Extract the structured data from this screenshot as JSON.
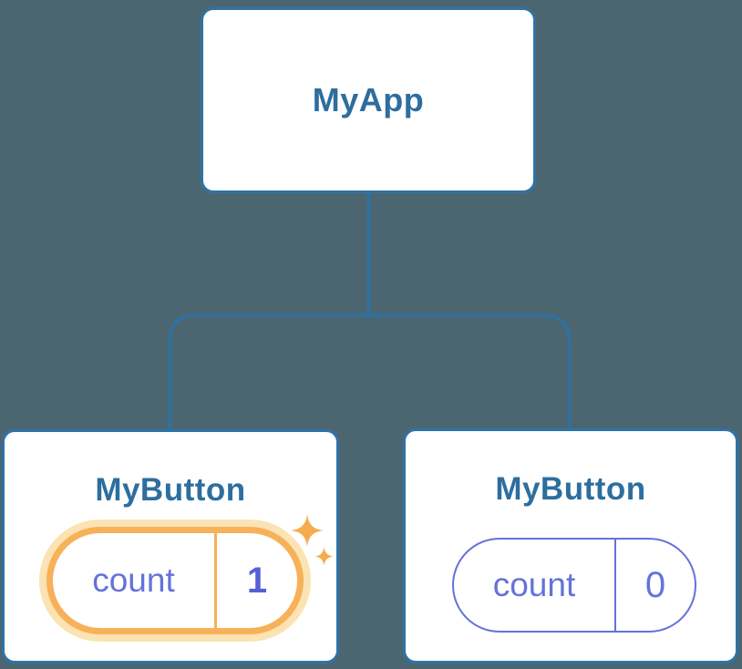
{
  "diagram": {
    "type": "component-tree",
    "root": {
      "label": "MyApp"
    },
    "children": [
      {
        "label": "MyButton",
        "state": {
          "key": "count",
          "value": "1"
        },
        "highlighted": true
      },
      {
        "label": "MyButton",
        "state": {
          "key": "count",
          "value": "0"
        },
        "highlighted": false
      }
    ]
  },
  "colors": {
    "background": "#4C6671",
    "card_fill": "#FFFFFF",
    "card_border": "#2F73A6",
    "node_label": "#2D6E9E",
    "connector": "#2E71A3",
    "state_key": "#6572DA",
    "state_value": "#5560D6",
    "highlight_border": "#F7B159",
    "highlight_halo": "#FBE3B3",
    "sparkle": "#F6AC4E"
  }
}
